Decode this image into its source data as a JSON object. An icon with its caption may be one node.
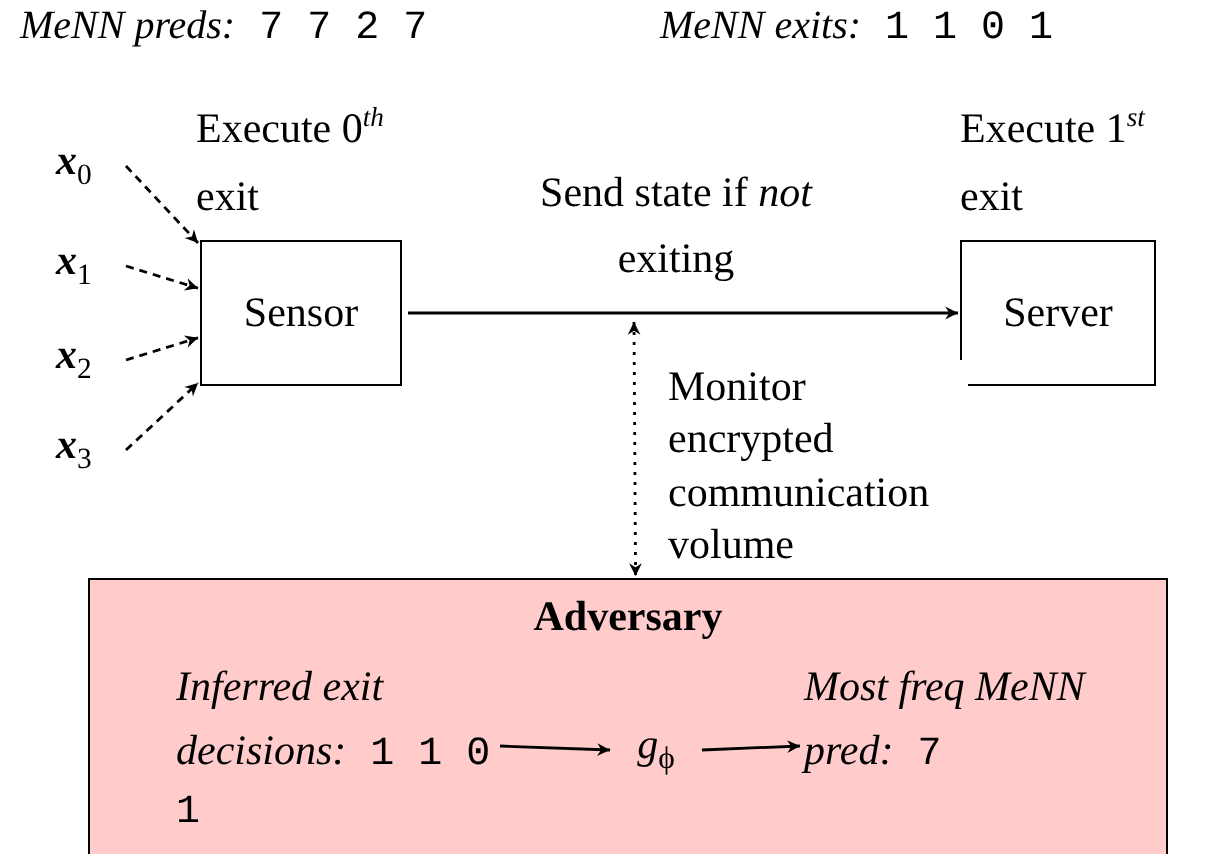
{
  "diagram": {
    "nodes": [
      {
        "text": [
          "x$_{0}$"
        ]
      },
      {
        "text": [
          "x$_{1}$"
        ]
      },
      {
        "text": [
          "x$_{2}$"
        ]
      },
      {
        "text": [
          "x$_{3}$"
        ]
      },
      {
        "text": [
          "Sensor"
        ],
        "beside": [
          "Execute 0$^{th}$ exit"
        ]
      },
      {
        "text": [
          "Server"
        ],
        "beside": [
          "Execute 1$^{st}$ exit"
        ]
      },
      {
        "text": [
          "Adversary"
        ]
      },
      {
        "text": [
          "*Inferred exit decisions:* 1 1 0 1"
        ],
        "in": 6
      },
      {
        "text": [
          "*g*$_{ϕ}$"
        ],
        "in": 6
      },
      {
        "text": [
          "*Most freq MeNN pred:* 7"
        ],
        "in": 6
      }
    ],
    "edges": [
      {
        "from": 0,
        "to": 4,
        "arrow": "to",
        "style": "dashed"
      },
      {
        "from": 1,
        "to": 4,
        "arrow": "to",
        "style": "dashed"
      },
      {
        "from": 2,
        "to": 4,
        "arrow": "to",
        "style": "dashed"
      },
      {
        "from": 3,
        "to": 4,
        "arrow": "to",
        "style": "dashed"
      },
      {
        "from": 4,
        "to": 5,
        "arrow": "to",
        "label": "Send state if *not* exiting"
      },
      {
        "from": null,
        "to": 6,
        "arrow": "both",
        "style": "dashed",
        "label": "Monitor encrypted communication volume"
      },
      {
        "from": 7,
        "to": 8,
        "arrow": "to"
      },
      {
        "from": 8,
        "to": 9,
        "arrow": "to"
      }
    ],
    "labels": [
      "*MeNN preds:* 7 7 2 7",
      "*MeNN exits:* 1 1 0 1"
    ]
  }
}
